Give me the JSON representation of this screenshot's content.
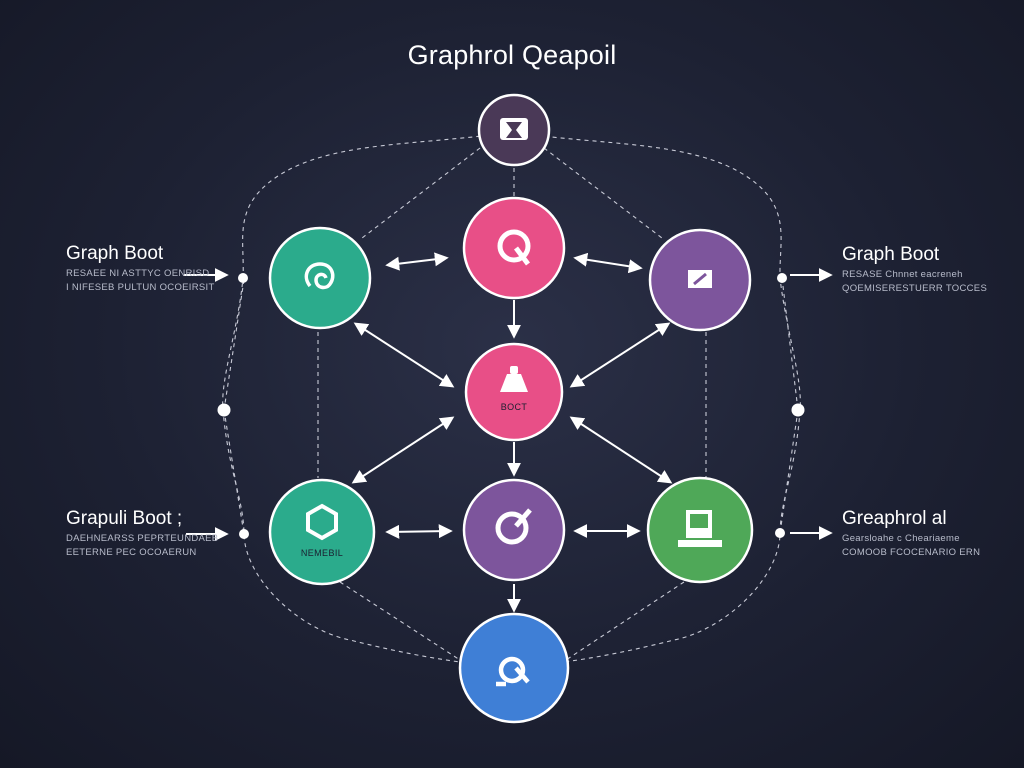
{
  "title": "Graphrol Qeapoil",
  "colors": {
    "background": "#1d2133",
    "green": "#2bab8c",
    "pink": "#e84f87",
    "purple": "#7d559c",
    "dark_purple": "#4a3957",
    "lime_green": "#4fa858",
    "blue": "#3f7fd6"
  },
  "side_labels": {
    "top_left": {
      "title": "Graph Boot",
      "lines": [
        "RESAEE NI ASTTYC OENRISD",
        "I NIFESEB PULTUN OCOEIRSIT"
      ]
    },
    "top_right": {
      "title": "Graph Boot",
      "lines": [
        "RESASE  Chnnet eacreneh",
        "QOEMISERESTUERR TOCCES"
      ]
    },
    "bottom_left": {
      "title": "Grapuli Boot ;",
      "lines": [
        "DAEHNEARSS PEPRTEUNDAEB",
        "EETERNE PEC OCOAERUN"
      ]
    },
    "bottom_right": {
      "title": "Greaphrol al",
      "lines": [
        "Gearsloahe c Cheariaeme",
        "COMOOB FCOCENARIO ERN"
      ]
    }
  },
  "nodes": {
    "top": {
      "icon": "shield-icon",
      "color": "#4a3957"
    },
    "upper_center": {
      "icon": "q-icon",
      "color": "#e84f87"
    },
    "upper_left": {
      "icon": "swirl-icon",
      "color": "#2bab8c"
    },
    "upper_right": {
      "icon": "card-icon",
      "color": "#7d559c"
    },
    "center": {
      "icon": "flask-icon",
      "label": "BOCT",
      "color": "#e84f87"
    },
    "lower_left": {
      "icon": "hexagon-icon",
      "label": "NEMEBIL",
      "color": "#2bab8c"
    },
    "lower_center": {
      "icon": "q-icon",
      "color": "#7d559c"
    },
    "lower_right": {
      "icon": "laptop-icon",
      "color": "#4fa858"
    },
    "bottom": {
      "icon": "q-icon",
      "color": "#3f7fd6"
    }
  }
}
